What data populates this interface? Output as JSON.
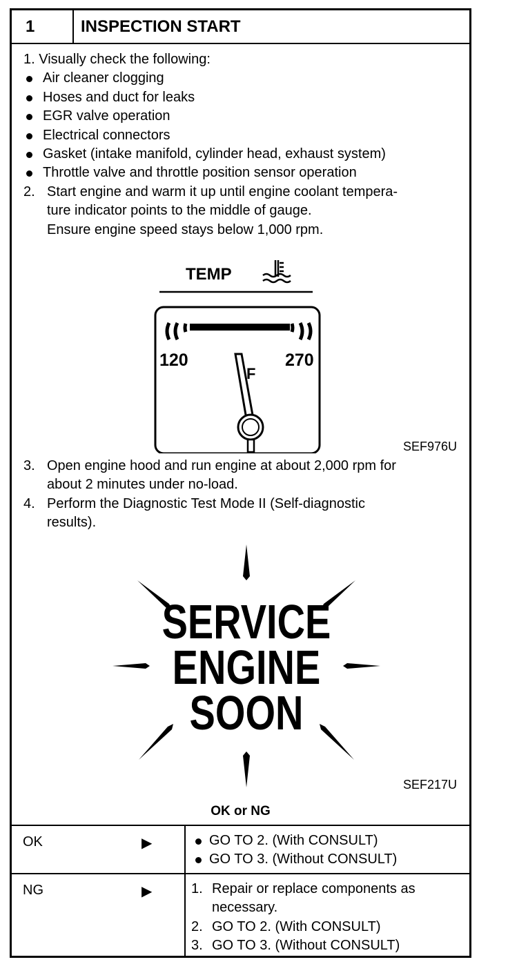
{
  "header": {
    "number": "1",
    "title": "INSPECTION START"
  },
  "steps": {
    "s1": "1.",
    "s1_text": "Visually check the following:",
    "bullets": [
      "Air cleaner clogging",
      "Hoses and duct for leaks",
      "EGR valve operation",
      "Electrical connectors",
      "Gasket (intake manifold, cylinder head, exhaust system)",
      "Throttle valve and throttle position sensor operation"
    ],
    "s2": "2.",
    "s2_lines": [
      "Start engine and warm it up until engine coolant tempera-",
      "ture indicator points to the middle of gauge.",
      "Ensure engine speed stays below 1,000 rpm."
    ],
    "s3": "3.",
    "s3_lines": [
      "Open engine hood and run engine at about 2,000 rpm for",
      "about 2 minutes under no-load."
    ],
    "s4": "4.",
    "s4_lines": [
      "Perform the Diagnostic Test Mode II (Self-diagnostic",
      "results)."
    ]
  },
  "gauge": {
    "title": "TEMP",
    "icon": "coolant-temperature-icon",
    "low": "120",
    "high": "270",
    "unit": "F",
    "ref": "SEF976U"
  },
  "warning": {
    "lines": [
      "SERVICE",
      "ENGINE",
      "SOON"
    ],
    "ref": "SEF217U"
  },
  "result_label": "OK or NG",
  "results": {
    "ok": {
      "label": "OK",
      "arrow": "▶",
      "items": [
        "GO TO 2. (With CONSULT)",
        "GO TO 3. (Without CONSULT)"
      ]
    },
    "ng": {
      "label": "NG",
      "arrow": "▶",
      "n1": "1.",
      "l1a": "Repair or replace components as",
      "l1b": "necessary.",
      "n2": "2.",
      "l2": "GO TO 2. (With CONSULT)",
      "n3": "3.",
      "l3": "GO TO 3. (Without CONSULT)"
    }
  }
}
